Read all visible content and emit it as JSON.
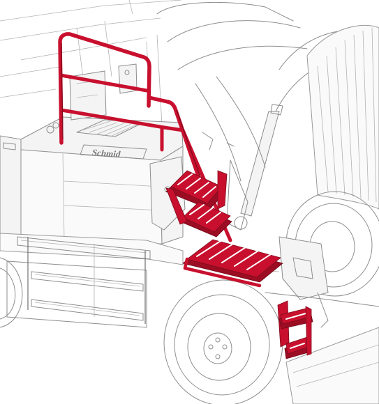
{
  "diagram": {
    "brand_mark": "Schmid",
    "colors": {
      "highlight": "#c8102e",
      "highlight_dark": "#9c0d24",
      "linework": "#8d8d8d",
      "background": "#ffffff"
    },
    "highlighted_parts": [
      "handrail",
      "upper-step",
      "middle-step",
      "landing-platform",
      "lower-step"
    ]
  }
}
